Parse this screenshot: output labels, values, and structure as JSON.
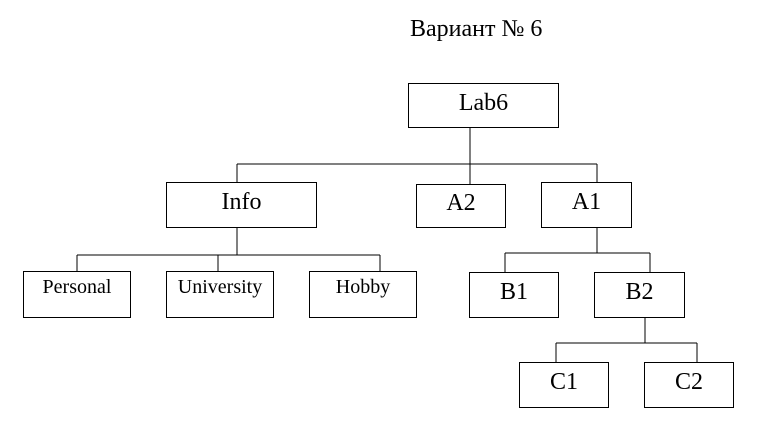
{
  "title": "Вариант № 6",
  "nodes": {
    "root": "Lab6",
    "info": "Info",
    "a2": "A2",
    "a1": "A1",
    "personal": "Personal",
    "university": "University",
    "hobby": "Hobby",
    "b1": "B1",
    "b2": "B2",
    "c1": "C1",
    "c2": "C2"
  }
}
